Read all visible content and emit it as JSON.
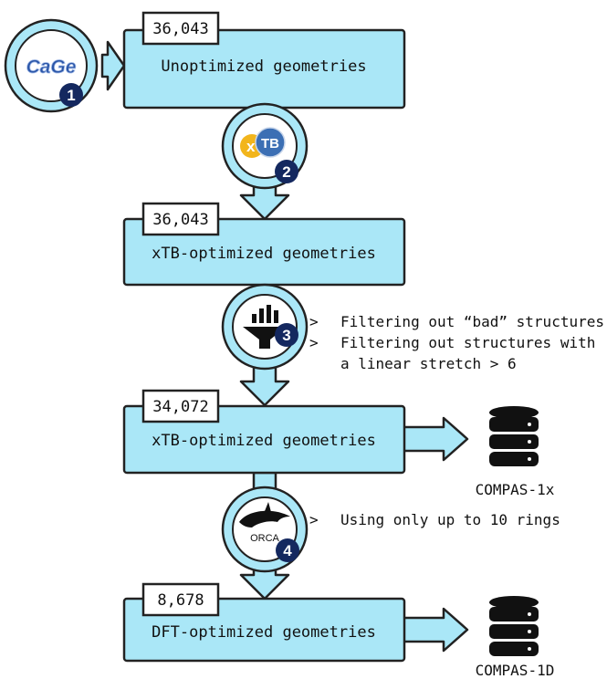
{
  "colors": {
    "fill": "#aae7f7",
    "stroke": "#222222",
    "badge": "#14285f",
    "badge_text": "#ffffff",
    "xtb_gold": "#f2b51c",
    "xtb_blue": "#3c6fb4",
    "cage_text": "#2b56a8"
  },
  "steps": [
    {
      "count": "36,043",
      "label": "Unoptimized geometries"
    },
    {
      "count": "36,043",
      "label": "xTB-optimized geometries"
    },
    {
      "count": "34,072",
      "label": "xTB-optimized geometries"
    },
    {
      "count": "8,678",
      "label": "DFT-optimized geometries"
    }
  ],
  "tools": [
    {
      "number": "1",
      "name": "CaGe",
      "icon": "cage-logo"
    },
    {
      "number": "2",
      "name": "xTB",
      "logo_x": "x",
      "logo_tb": "TB",
      "icon": "xtb-logo"
    },
    {
      "number": "3",
      "name": "filter",
      "icon": "filter-funnel-icon"
    },
    {
      "number": "4",
      "name": "ORCA",
      "icon": "orca-logo"
    }
  ],
  "notes": {
    "filter": [
      {
        "marker": ">",
        "lines": [
          "Filtering out “bad” structures"
        ]
      },
      {
        "marker": ">",
        "lines": [
          "Filtering out structures with",
          "a linear stretch > 6"
        ]
      }
    ],
    "orca": [
      {
        "marker": ">",
        "lines": [
          "Using only up to 10 rings"
        ]
      }
    ]
  },
  "databases": [
    {
      "label": "COMPAS-1x",
      "icon": "database-icon"
    },
    {
      "label": "COMPAS-1D",
      "icon": "database-icon"
    }
  ]
}
